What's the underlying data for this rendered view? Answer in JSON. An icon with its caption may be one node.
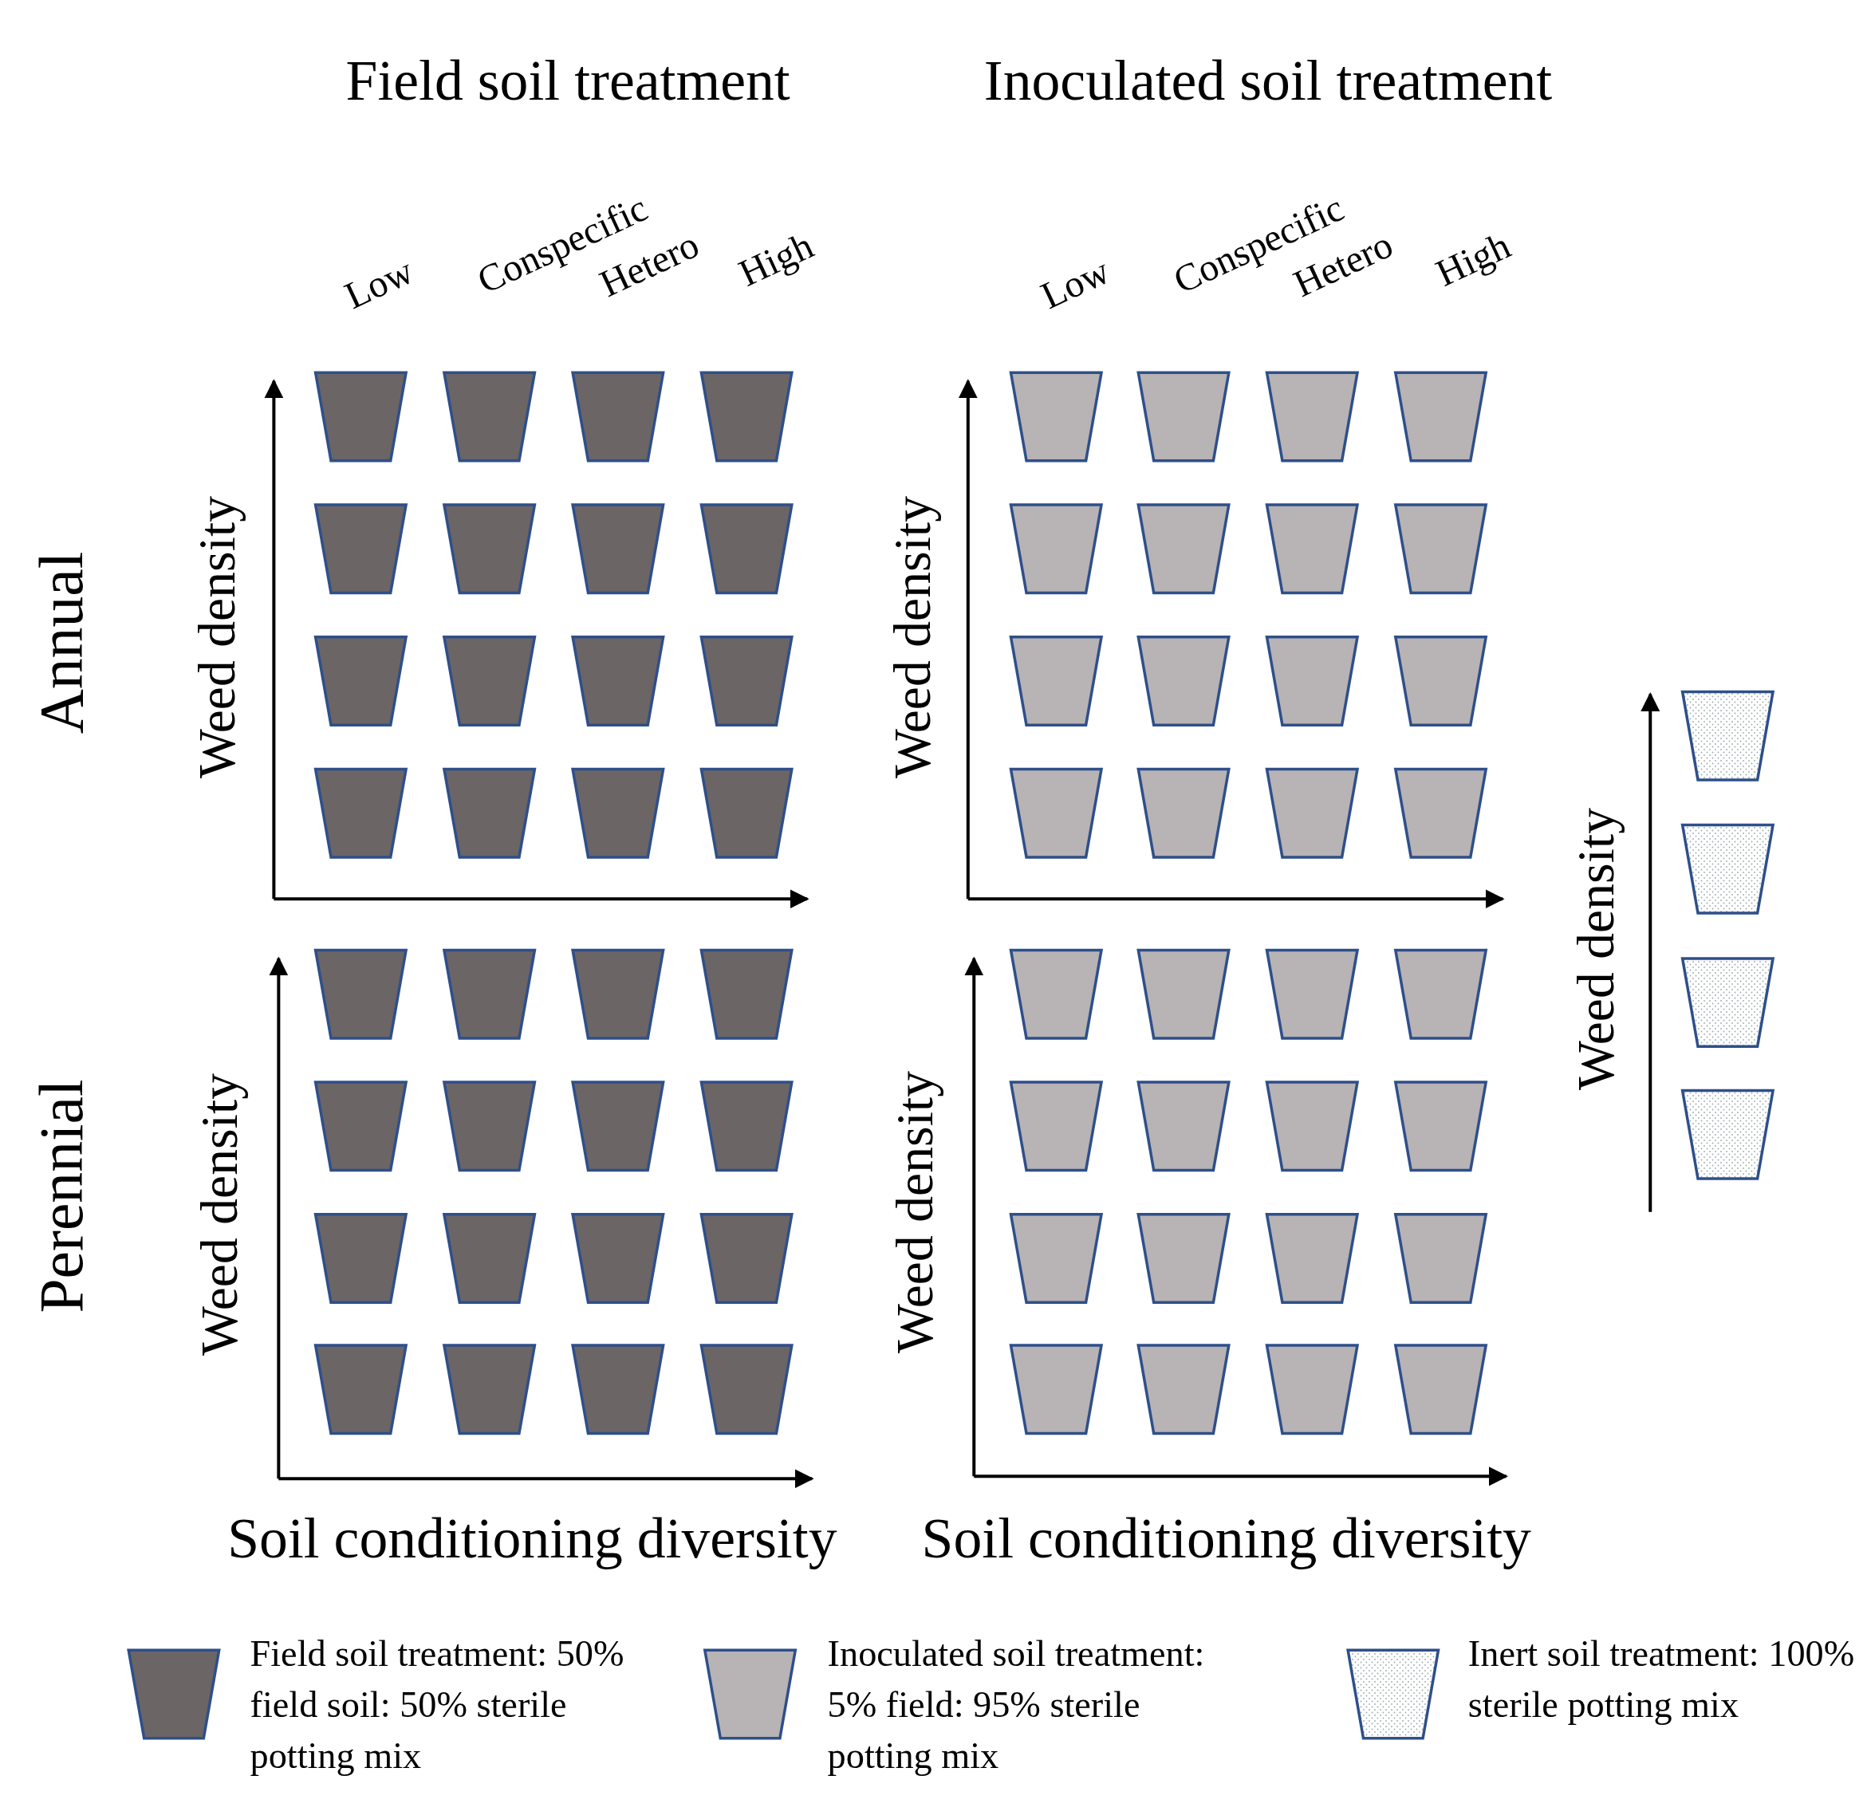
{
  "diagram": {
    "labels": [
      "Field soil treatment",
      "Inoculated soil treatment",
      "Low",
      "Conspecific",
      "Hetero",
      "High",
      "Low",
      "Conspecific",
      "Hetero",
      "High",
      "Annual",
      "Weed density",
      "Weed density",
      "Weed density",
      "Perennial",
      "Weed density",
      "Weed density",
      "Soil conditioning diversity",
      "Soil conditioning diversity"
    ],
    "legend": [
      {
        "text": "Field soil treatment: 50% field soil: 50% sterile potting mix",
        "color": "#6b6566"
      },
      {
        "text": "Inoculated soil treatment: 5% field: 95% sterile potting mix",
        "color": "#b8b3b4"
      },
      {
        "text": "Inert soil treatment: 100% sterile potting mix"
      }
    ]
  }
}
